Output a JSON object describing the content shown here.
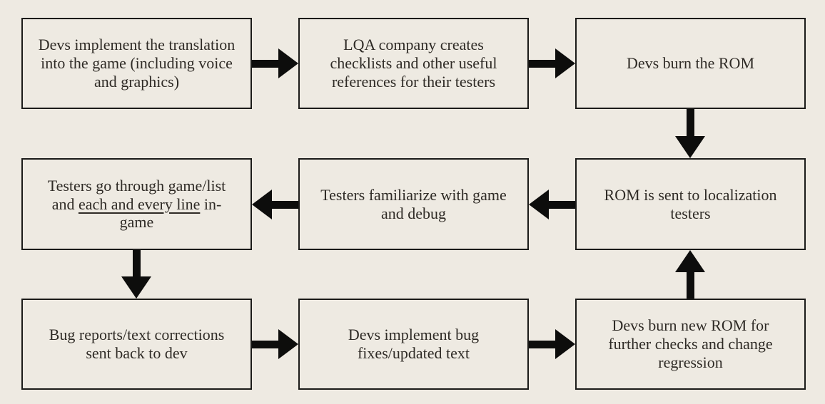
{
  "diagram": {
    "type": "flowchart",
    "colors": {
      "background": "#EEEAE2",
      "box_fill": "#EEEAE2",
      "box_border": "#1B1B19",
      "text": "#2F2B26",
      "arrow": "#0D0D0C"
    },
    "nodes": [
      {
        "id": "devs-implement-translation",
        "row": 1,
        "col": 1,
        "text": "Devs implement the translation into the game (including voice and graphics)"
      },
      {
        "id": "lqa-creates-checklists",
        "row": 1,
        "col": 2,
        "text": "LQA company creates checklists and other useful references for their testers"
      },
      {
        "id": "devs-burn-rom",
        "row": 1,
        "col": 3,
        "text": "Devs burn the ROM"
      },
      {
        "id": "testers-go-through-lines",
        "row": 2,
        "col": 1,
        "pre": "Testers go through game/list and ",
        "underline": "each and every line",
        "post": " in-game"
      },
      {
        "id": "testers-familiarize",
        "row": 2,
        "col": 2,
        "text": "Testers familiarize with game and debug"
      },
      {
        "id": "rom-sent-to-testers",
        "row": 2,
        "col": 3,
        "text": "ROM is sent to localization testers"
      },
      {
        "id": "bug-reports-sent-back",
        "row": 3,
        "col": 1,
        "text": "Bug reports/text corrections sent back to dev"
      },
      {
        "id": "devs-implement-fixes",
        "row": 3,
        "col": 2,
        "text": "Devs implement bug fixes/updated text"
      },
      {
        "id": "devs-burn-new-rom",
        "row": 3,
        "col": 3,
        "text": "Devs burn new ROM for further checks and change regression"
      }
    ],
    "edges": [
      {
        "from": "devs-implement-translation",
        "to": "lqa-creates-checklists",
        "direction": "right"
      },
      {
        "from": "lqa-creates-checklists",
        "to": "devs-burn-rom",
        "direction": "right"
      },
      {
        "from": "devs-burn-rom",
        "to": "rom-sent-to-testers",
        "direction": "down"
      },
      {
        "from": "rom-sent-to-testers",
        "to": "testers-familiarize",
        "direction": "left"
      },
      {
        "from": "testers-familiarize",
        "to": "testers-go-through-lines",
        "direction": "left"
      },
      {
        "from": "testers-go-through-lines",
        "to": "bug-reports-sent-back",
        "direction": "down"
      },
      {
        "from": "bug-reports-sent-back",
        "to": "devs-implement-fixes",
        "direction": "right"
      },
      {
        "from": "devs-implement-fixes",
        "to": "devs-burn-new-rom",
        "direction": "right"
      },
      {
        "from": "devs-burn-new-rom",
        "to": "rom-sent-to-testers",
        "direction": "up"
      }
    ]
  }
}
